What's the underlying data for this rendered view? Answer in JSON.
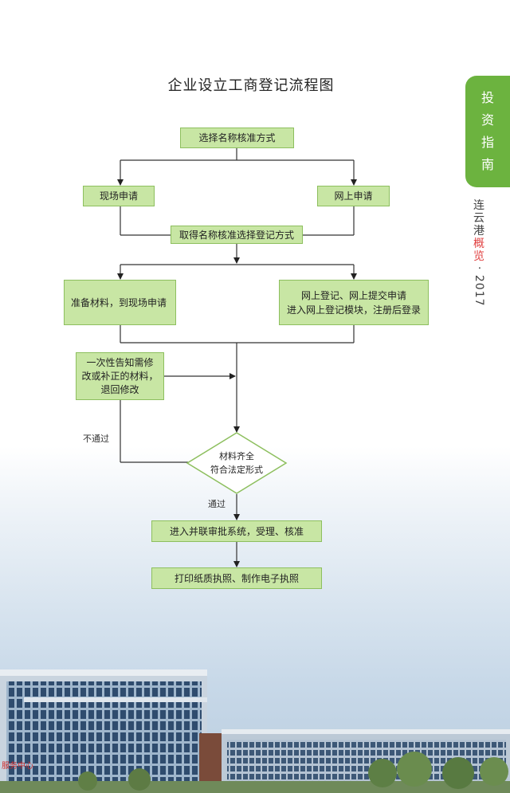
{
  "page": {
    "title": "企业设立工商登记流程图"
  },
  "side": {
    "tab_chars": [
      "投",
      "资",
      "指",
      "南"
    ],
    "caption_normal": [
      "连",
      "云",
      "港"
    ],
    "caption_highlight": [
      "概",
      "览"
    ],
    "caption_year": "· 2017",
    "accent_color": "#6cb33f",
    "highlight_color": "#e04040"
  },
  "flow": {
    "box_fill": "#c8e6a4",
    "box_border": "#8dbf5e",
    "step_select": "选择名称核准方式",
    "step_onsite": "现场申请",
    "step_online": "网上申请",
    "step_obtain": "取得名称核准选择登记方式",
    "step_prepare": "准备材料，到现场申请",
    "step_online_reg_1": "网上登记、网上提交申请",
    "step_online_reg_2": "进入网上登记模块，注册后登录",
    "step_return_1": "一次性告知需修",
    "step_return_2": "改或补正的材料，",
    "step_return_3": "退回修改",
    "decision_1": "材料齐全",
    "decision_2": "符合法定形式",
    "label_fail": "不通过",
    "label_pass": "通过",
    "step_enter": "进入并联审批系统，受理、核准",
    "step_print": "打印纸质执照、制作电子执照"
  },
  "building": {
    "sign_text": "服务中心"
  }
}
